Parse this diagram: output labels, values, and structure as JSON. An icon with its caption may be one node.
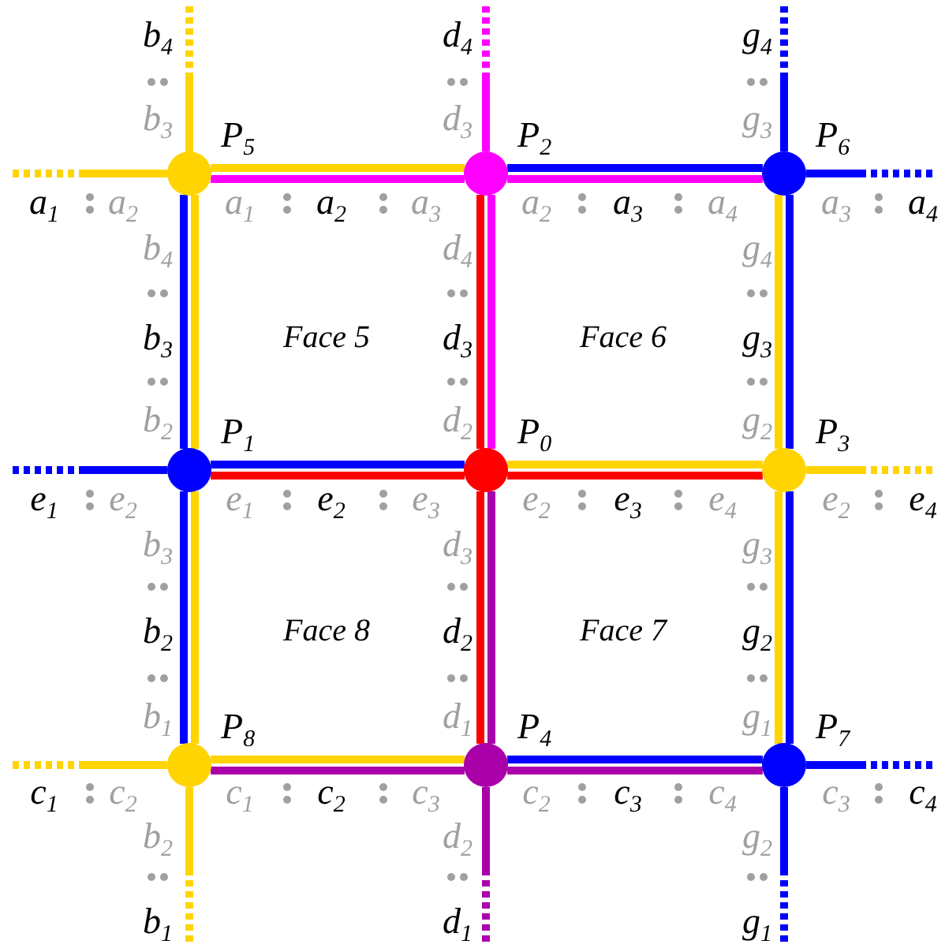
{
  "diagram": {
    "nodes": [
      {
        "text": [
          "P$_{5}$"
        ]
      },
      {
        "text": [
          "P$_{2}$"
        ]
      },
      {
        "text": [
          "P$_{6}$"
        ]
      },
      {
        "text": [
          "P$_{1}$"
        ]
      },
      {
        "text": [
          "P$_{0}$"
        ]
      },
      {
        "text": [
          "P$_{3}$"
        ]
      },
      {
        "text": [
          "P$_{8}$"
        ]
      },
      {
        "text": [
          "P$_{4}$"
        ]
      },
      {
        "text": [
          "P$_{7}$"
        ]
      }
    ],
    "edges": [
      {
        "from": 0,
        "to": 1,
        "arrow": "none",
        "color": "#ffd400"
      },
      {
        "from": 0,
        "to": 1,
        "arrow": "none",
        "color": "#ff00ff"
      },
      {
        "from": 1,
        "to": 2,
        "arrow": "none",
        "color": "#0000ff"
      },
      {
        "from": 1,
        "to": 2,
        "arrow": "none",
        "color": "#ff00ff"
      },
      {
        "from": 0,
        "to": 3,
        "arrow": "none",
        "color": "#0000ff"
      },
      {
        "from": 0,
        "to": 3,
        "arrow": "none",
        "color": "#ffd400"
      },
      {
        "from": 1,
        "to": 4,
        "arrow": "none",
        "color": "#ff0000"
      },
      {
        "from": 1,
        "to": 4,
        "arrow": "none",
        "color": "#ff00ff"
      },
      {
        "from": 2,
        "to": 5,
        "arrow": "none",
        "color": "#ffd400"
      },
      {
        "from": 2,
        "to": 5,
        "arrow": "none",
        "color": "#0000ff"
      },
      {
        "from": 3,
        "to": 4,
        "arrow": "none",
        "color": "#0000ff"
      },
      {
        "from": 3,
        "to": 4,
        "arrow": "none",
        "color": "#ff0000"
      },
      {
        "from": 4,
        "to": 5,
        "arrow": "none",
        "color": "#ffd400"
      },
      {
        "from": 4,
        "to": 5,
        "arrow": "none",
        "color": "#ff0000"
      },
      {
        "from": 3,
        "to": 6,
        "arrow": "none",
        "color": "#0000ff"
      },
      {
        "from": 3,
        "to": 6,
        "arrow": "none",
        "color": "#ffd400"
      },
      {
        "from": 4,
        "to": 7,
        "arrow": "none",
        "color": "#ff0000"
      },
      {
        "from": 4,
        "to": 7,
        "arrow": "none",
        "color": "#aa00aa"
      },
      {
        "from": 5,
        "to": 8,
        "arrow": "none",
        "color": "#ffd400"
      },
      {
        "from": 5,
        "to": 8,
        "arrow": "none",
        "color": "#0000ff"
      },
      {
        "from": 6,
        "to": 7,
        "arrow": "none",
        "color": "#ffd400"
      },
      {
        "from": 6,
        "to": 7,
        "arrow": "none",
        "color": "#aa00aa"
      },
      {
        "from": 7,
        "to": 8,
        "arrow": "none",
        "color": "#0000ff"
      },
      {
        "from": 7,
        "to": 8,
        "arrow": "none",
        "color": "#aa00aa"
      },
      {
        "from": null,
        "to": 0,
        "arrow": "none",
        "style": "dashed",
        "color": "#ffd400"
      },
      {
        "from": null,
        "to": 1,
        "arrow": "none",
        "style": "dashed",
        "color": "#ff00ff"
      },
      {
        "from": null,
        "to": 2,
        "arrow": "none",
        "style": "dashed",
        "color": "#0000ff"
      },
      {
        "from": null,
        "to": 0,
        "arrow": "none",
        "style": "dashed",
        "color": "#ffd400"
      },
      {
        "from": null,
        "to": 2,
        "arrow": "none",
        "style": "dashed",
        "color": "#0000ff"
      },
      {
        "from": null,
        "to": 3,
        "arrow": "none",
        "style": "dashed",
        "color": "#0000ff"
      },
      {
        "from": null,
        "to": 5,
        "arrow": "none",
        "style": "dashed",
        "color": "#ffd400"
      },
      {
        "from": null,
        "to": 6,
        "arrow": "none",
        "style": "dashed",
        "color": "#ffd400"
      },
      {
        "from": null,
        "to": 8,
        "arrow": "none",
        "style": "dashed",
        "color": "#0000ff"
      },
      {
        "from": null,
        "to": 6,
        "arrow": "none",
        "style": "dashed",
        "color": "#ffd400"
      },
      {
        "from": null,
        "to": 7,
        "arrow": "none",
        "style": "dashed",
        "color": "#aa00aa"
      },
      {
        "from": null,
        "to": 8,
        "arrow": "none",
        "style": "dashed",
        "color": "#0000ff"
      }
    ],
    "labels": [
      "b$_{4}$",
      "d$_{4}$",
      "g$_{4}$",
      "b$_{3}$",
      "d$_{3}$",
      "g$_{3}$",
      "a$_{1}$",
      "a$_{2}$",
      "a$_{1}$",
      "a$_{2}$",
      "a$_{3}$",
      "a$_{2}$",
      "a$_{3}$",
      "a$_{4}$",
      "a$_{3}$",
      "a$_{4}$",
      "b$_{4}$",
      "d$_{4}$",
      "g$_{4}$",
      "b$_{3}$",
      "Face 5",
      "d$_{3}$",
      "Face 6",
      "g$_{3}$",
      "b$_{2}$",
      "d$_{2}$",
      "g$_{2}$",
      "e$_{1}$",
      "e$_{2}$",
      "e$_{1}$",
      "e$_{2}$",
      "e$_{3}$",
      "e$_{2}$",
      "e$_{3}$",
      "e$_{4}$",
      "e$_{2}$",
      "e$_{4}$",
      "b$_{3}$",
      "d$_{3}$",
      "g$_{3}$",
      "b$_{2}$",
      "Face 8",
      "d$_{2}$",
      "Face 7",
      "g$_{2}$",
      "b$_{1}$",
      "d$_{1}$",
      "g$_{1}$",
      "c$_{1}$",
      "c$_{2}$",
      "c$_{1}$",
      "c$_{2}$",
      "c$_{3}$",
      "c$_{2}$",
      "c$_{3}$",
      "c$_{4}$",
      "c$_{3}$",
      "c$_{4}$",
      "b$_{2}$",
      "d$_{2}$",
      "g$_{2}$",
      "b$_{1}$",
      "d$_{1}$",
      "g$_{1}$"
    ]
  }
}
